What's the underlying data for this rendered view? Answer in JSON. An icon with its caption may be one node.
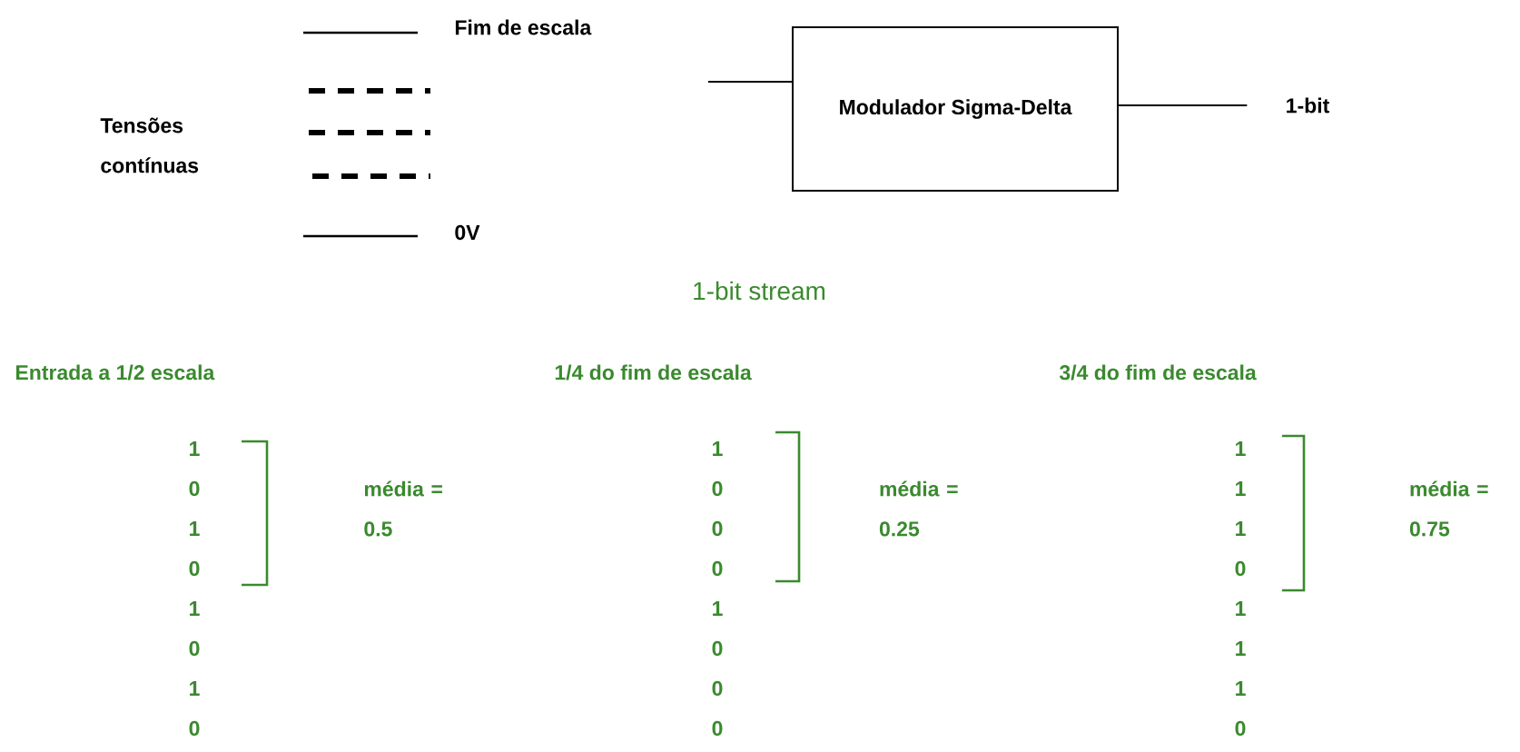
{
  "diagram": {
    "nodes": [
      {
        "text": [
          "Modulador Sigma-Delta"
        ]
      },
      {
        "text": [
          "1-bit"
        ]
      }
    ],
    "edges": [
      {
        "from": null,
        "to": 0,
        "arrow": "none"
      },
      {
        "from": 0,
        "to": 1,
        "arrow": "none"
      }
    ],
    "labels": [
      "Fim de escala",
      "Tensões contínuas",
      "0V",
      "1-bit stream",
      "Entrada a 1/2 escala",
      "1",
      "0",
      "1",
      "0",
      "1",
      "0",
      "1",
      "0",
      "média = 0.5",
      "1/4 do fim de escala",
      "1",
      "0",
      "0",
      "0",
      "1",
      "0",
      "0",
      "0",
      "média = 0.25",
      "3/4 do fim de escala",
      "1",
      "1",
      "1",
      "0",
      "1",
      "1",
      "1",
      "0",
      "média = 0.75"
    ]
  }
}
